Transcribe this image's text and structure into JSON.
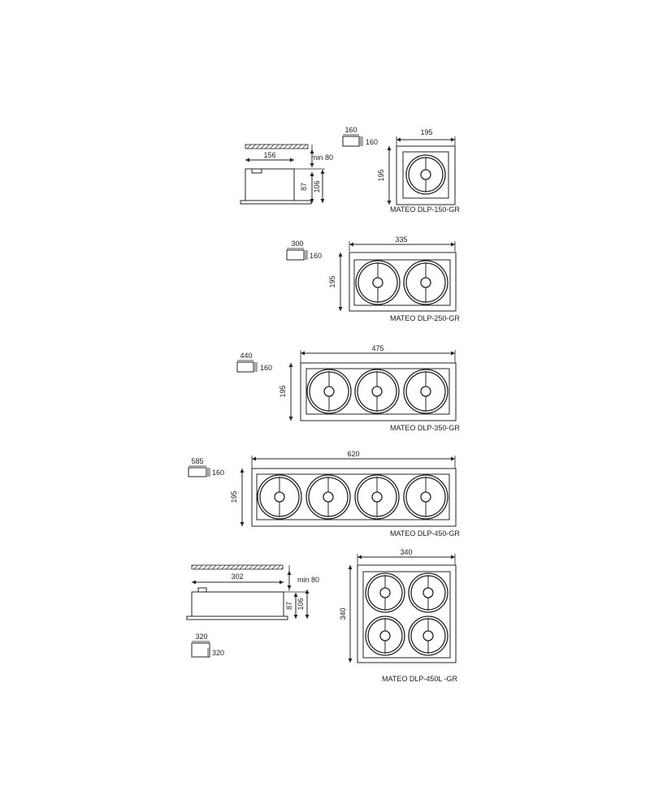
{
  "dimensions": {
    "u150": {
      "top_width": "156",
      "min_gap": "min 80",
      "h_body": "87",
      "h_total": "106"
    },
    "u450l": {
      "top_width": "302",
      "min_gap": "min 80",
      "h_body": "87",
      "h_total": "106"
    }
  },
  "cutouts": [
    {
      "width": "160",
      "depth": "160"
    },
    {
      "width": "300",
      "depth": "160"
    },
    {
      "width": "440",
      "depth": "160"
    },
    {
      "width": "585",
      "depth": "160"
    },
    {
      "width": "320",
      "depth": "320"
    }
  ],
  "hobs": [
    {
      "model": "MATEO DLP-150-GR",
      "width": "195",
      "depth": "195"
    },
    {
      "model": "MATEO DLP-250-GR",
      "width": "335",
      "depth": "195"
    },
    {
      "model": "MATEO DLP-350-GR",
      "width": "475",
      "depth": "195"
    },
    {
      "model": "MATEO DLP-450-GR",
      "width": "620",
      "depth": "195"
    },
    {
      "model": "MATEO DLP-450L -GR",
      "width": "340",
      "depth": "340"
    }
  ]
}
